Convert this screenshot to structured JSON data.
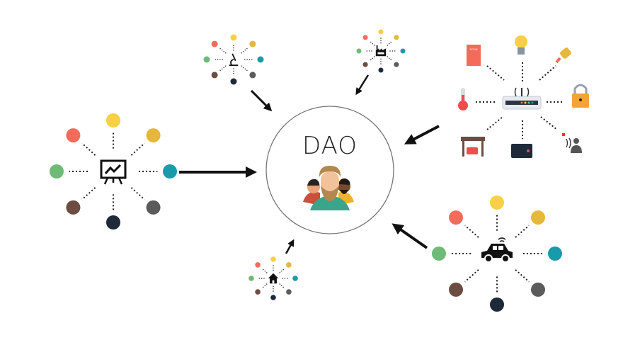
{
  "center": {
    "label": "DAO",
    "icon": "people-group-icon"
  },
  "dot_colors": [
    "#f26b5b",
    "#f7d046",
    "#e5b73b",
    "#1a9aaa",
    "#5b5b5b",
    "#1e2a3a",
    "#6d4c41",
    "#6dbb75"
  ],
  "clusters": [
    {
      "name": "analytics-cluster",
      "icon": "presentation-chart-icon",
      "size": "large"
    },
    {
      "name": "science-cluster",
      "icon": "microscope-icon",
      "size": "small"
    },
    {
      "name": "factory-cluster",
      "icon": "factory-icon",
      "size": "small"
    },
    {
      "name": "home-cluster",
      "icon": "house-icon",
      "size": "small"
    },
    {
      "name": "vehicle-cluster",
      "icon": "autonomous-car-icon",
      "size": "large"
    }
  ],
  "iot_hub": {
    "icon": "wifi-router-icon",
    "devices": [
      "door-icon",
      "lightbulb-icon",
      "plug-icon",
      "thermometer-icon",
      "padlock-icon",
      "garage-icon",
      "speaker-box-icon",
      "person-sensor-icon"
    ],
    "door_text": "ROOM"
  }
}
